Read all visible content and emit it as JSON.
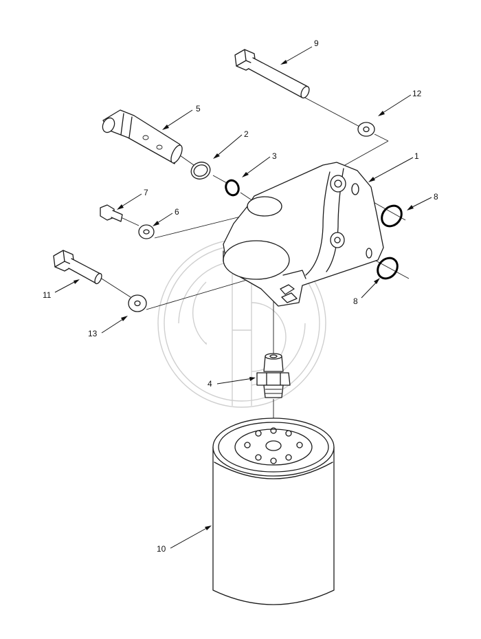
{
  "labels": [
    {
      "id": "label-1",
      "text": "1"
    },
    {
      "id": "label-2",
      "text": "2"
    },
    {
      "id": "label-3",
      "text": "3"
    },
    {
      "id": "label-4",
      "text": "4"
    },
    {
      "id": "label-5",
      "text": "5"
    },
    {
      "id": "label-6",
      "text": "6"
    },
    {
      "id": "label-7",
      "text": "7"
    },
    {
      "id": "label-8a",
      "text": "8"
    },
    {
      "id": "label-8b",
      "text": "8"
    },
    {
      "id": "label-9",
      "text": "9"
    },
    {
      "id": "label-10",
      "text": "10"
    },
    {
      "id": "label-11",
      "text": "11"
    },
    {
      "id": "label-12",
      "text": "12"
    },
    {
      "id": "label-13",
      "text": "13"
    }
  ],
  "colors": {
    "line": "#1a1a1a",
    "watermark": "#cfcfcf",
    "background": "#ffffff"
  }
}
